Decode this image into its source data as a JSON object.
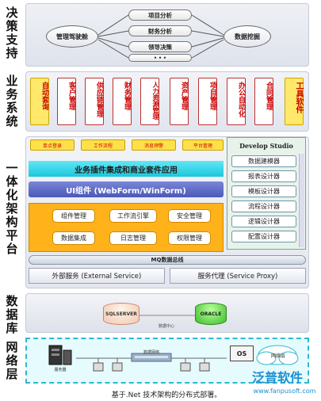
{
  "tiers": {
    "decision": [
      "决",
      "策",
      "支",
      "持"
    ],
    "business": [
      "业",
      "务",
      "系",
      "统"
    ],
    "architecture": [
      "一",
      "体",
      "化",
      "架",
      "构",
      "平",
      "台"
    ],
    "data": [
      "数",
      "据",
      "库"
    ],
    "network": [
      "网",
      "络",
      "层"
    ]
  },
  "decision": {
    "cockpit": "管理驾驶舱",
    "mining": "数据挖掘",
    "items": [
      "项目分析",
      "财务分析",
      "领导决策"
    ]
  },
  "business": {
    "cards": [
      {
        "label": "自动套询",
        "highlight": true
      },
      {
        "label": "客户管理",
        "highlight": false
      },
      {
        "label": "供应链管理",
        "highlight": false
      },
      {
        "label": "财务管理",
        "highlight": false
      },
      {
        "label": "人力资源管理",
        "highlight": false
      },
      {
        "label": "资产管理",
        "highlight": false
      },
      {
        "label": "项目管理",
        "highlight": false
      },
      {
        "label": "办公自动化",
        "highlight": false
      },
      {
        "label": "合同管理",
        "highlight": false
      },
      {
        "label": "工具软件",
        "highlight": true
      }
    ]
  },
  "architecture": {
    "portals": [
      "单点登录",
      "工作流程",
      "消息预警",
      "平台管理"
    ],
    "integration_bar": "业务插件集成和商业套件应用",
    "ui_bar": "UI组件 (WebForm/WinForm)",
    "components": [
      "组件管理",
      "工作流引擎",
      "安全管理",
      "数据集成",
      "日志管理",
      "权限管理"
    ],
    "studio": {
      "title": "Develop Studio",
      "items": [
        "数据建模器",
        "报表设计器",
        "模板设计器",
        "流程设计器",
        "逻辑设计器",
        "配置设计器"
      ]
    },
    "mq_bus": "MQ数据总线",
    "external_service": "外部服务 (External Service)",
    "service_proxy": "服务代理 (Service Proxy)"
  },
  "data": {
    "databases": [
      "SQLSERVER",
      "ORACLE"
    ],
    "connector": "数据中心"
  },
  "network": {
    "server_label": "服务器",
    "switch_label": "数据网络",
    "os_label": "OS",
    "cloud_label": "网络层"
  },
  "footer": {
    "caption": "基于.Net 技术架构的分布式部署。",
    "brand": "泛普软件",
    "url": "www.fanpusoft.com"
  },
  "colors": {
    "cyan_bar": "#1cc6dc",
    "ui_bar": "#4a58b8",
    "orange_box": "#ffb21a",
    "highlight_card": "#ffe86a",
    "brand": "#1c8fd0"
  }
}
